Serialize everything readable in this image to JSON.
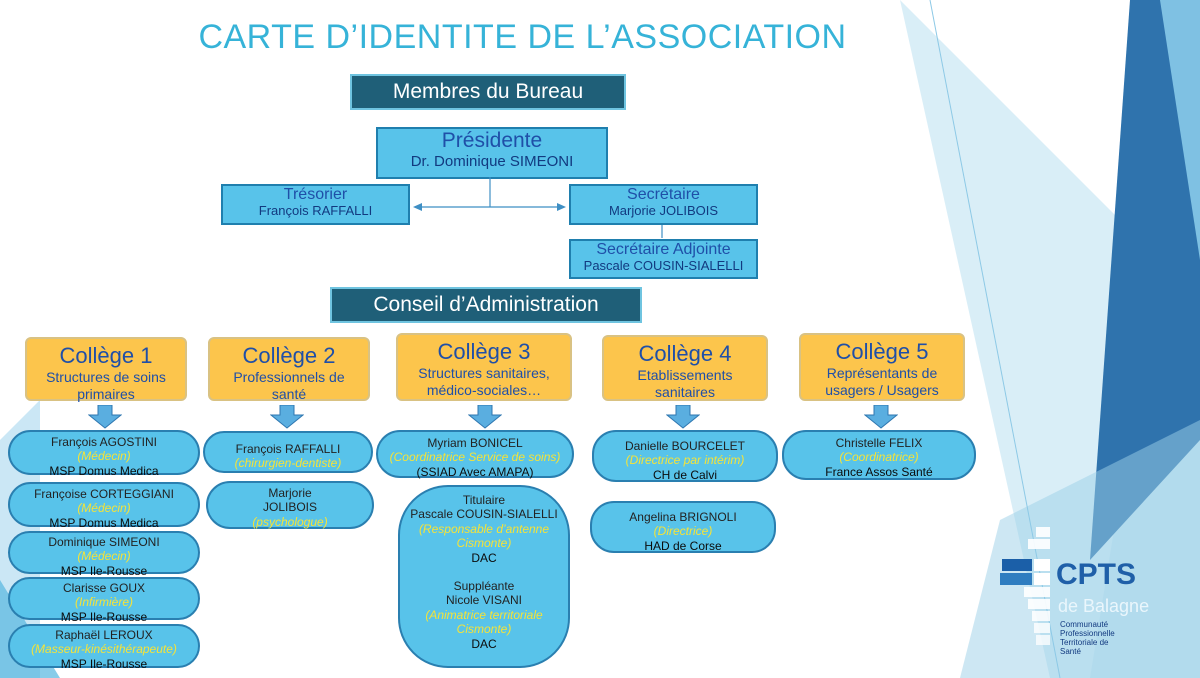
{
  "title": "CARTE D’IDENTITE DE L’ASSOCIATION",
  "bureau": {
    "banner": "Membres du Bureau",
    "presidente": {
      "role": "Présidente",
      "name": "Dr. Dominique SIMEONI"
    },
    "tresorier": {
      "role": "Trésorier",
      "name": "François RAFFALLI"
    },
    "secretaire": {
      "role": "Secrétaire",
      "name": "Marjorie JOLIBOIS"
    },
    "secretaire_adjointe": {
      "role": "Secrétaire Adjointe",
      "name": "Pascale COUSIN-SIALELLI"
    }
  },
  "conseil": {
    "banner": "Conseil d’Administration"
  },
  "colleges": [
    {
      "title": "Collège 1",
      "desc1": "Structures de soins",
      "desc2": "primaires"
    },
    {
      "title": "Collège 2",
      "desc1": "Professionnels de",
      "desc2": "santé"
    },
    {
      "title": "Collège 3",
      "desc1": "Structures sanitaires,",
      "desc2": "médico-sociales…"
    },
    {
      "title": "Collège 4",
      "desc1": "Etablissements",
      "desc2": "sanitaires"
    },
    {
      "title": "Collège 5",
      "desc1": "Représentants de",
      "desc2": "usagers / Usagers"
    }
  ],
  "members": {
    "c1": [
      {
        "name": "François AGOSTINI",
        "role": "(Médecin)",
        "org": "MSP Domus Medica"
      },
      {
        "name": "Françoise CORTEGGIANI",
        "role": "(Médecin)",
        "org": "MSP Domus Medica"
      },
      {
        "name": "Dominique SIMEONI",
        "role": "(Médecin)",
        "org": "MSP Ile-Rousse"
      },
      {
        "name": "Clarisse GOUX",
        "role": "(Infirmière)",
        "org": "MSP Ile-Rousse"
      },
      {
        "name": "Raphaël LEROUX",
        "role": "(Masseur-kinésithérapeute)",
        "org": "MSP Ile-Rousse"
      }
    ],
    "c2": [
      {
        "name": "François RAFFALLI",
        "role": "(chirurgien-dentiste)"
      },
      {
        "name1": "Marjorie",
        "name2": "JOLIBOIS",
        "role": "(psychologue)"
      }
    ],
    "c3": {
      "m1": {
        "name": "Myriam BONICEL",
        "role": "(Coordinatrice Service de soins)",
        "org": "(SSIAD Avec AMAPA)"
      },
      "titulaire_label": "Titulaire",
      "titulaire": {
        "name": "Pascale COUSIN-SIALELLI",
        "role1": "(Responsable d’antenne",
        "role2": "Cismonte)",
        "org": "DAC"
      },
      "suppleant_label": "Suppléante",
      "suppleant": {
        "name": "Nicole VISANI",
        "role1": "(Animatrice territoriale",
        "role2": "Cismonte)",
        "org": "DAC"
      }
    },
    "c4": [
      {
        "name": "Danielle BOURCELET",
        "role": "(Directrice par intérim)",
        "org": "CH de Calvi"
      },
      {
        "name": "Angelina BRIGNOLI",
        "role": "(Directrice)",
        "org": "HAD de Corse"
      }
    ],
    "c5": [
      {
        "name": "Christelle FELIX",
        "role": "(Coordinatrice)",
        "org": "France Assos Santé"
      }
    ]
  },
  "logo": {
    "line1": "CPTS",
    "line2": "de Balagne",
    "sub1": "Communauté",
    "sub2": "Professionnelle",
    "sub3": "Territoriale de",
    "sub4": "Santé"
  },
  "colors": {
    "accent": "#36b3d8",
    "banner": "#1f5f78",
    "box": "#58c3ea",
    "college": "#fcc54c",
    "role": "#f6e337"
  },
  "icons": [
    "down-arrow-icon",
    "double-arrow-icon",
    "cpts-logo-icon"
  ]
}
